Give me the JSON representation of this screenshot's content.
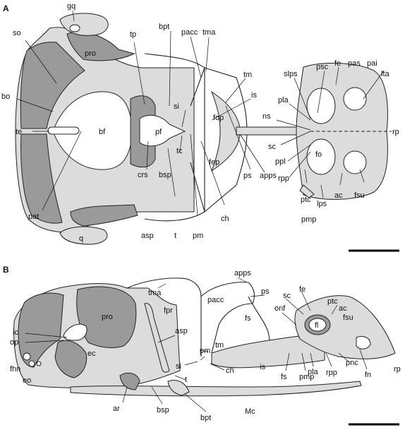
{
  "panels": {
    "a": {
      "letter": "A",
      "labels": {
        "gq": "gq",
        "so": "so",
        "pro": "pro",
        "tp": "tp",
        "bpt": "bpt",
        "pacc": "pacc",
        "tma": "tma",
        "tm": "tm",
        "is": "is",
        "si": "si",
        "fop": "fop",
        "fep": "fep",
        "bo": "bo",
        "te": "te",
        "bf": "bf",
        "pf": "pf",
        "tc": "tc",
        "crs": "crs",
        "bsp": "bsp",
        "pat": "pat",
        "q": "q",
        "asp": "asp",
        "t": "t",
        "pm": "pm",
        "ch": "ch",
        "ps": "ps",
        "apps": "apps",
        "psc": "psc",
        "slps": "slps",
        "fe": "fe",
        "pas": "pas",
        "pai": "pai",
        "lta": "lta",
        "pla": "pla",
        "ns": "ns",
        "sc": "sc",
        "rp": "rp",
        "ppl": "ppl",
        "fo": "fo",
        "rpp": "rpp",
        "ptc": "ptc",
        "lps": "lps",
        "ac": "ac",
        "fsu": "fsu",
        "pmp": "pmp"
      }
    },
    "b": {
      "letter": "B",
      "labels": {
        "apps": "apps",
        "ps": "ps",
        "tma": "tma",
        "pro": "pro",
        "fpr": "fpr",
        "pacc": "pacc",
        "fs": "fs",
        "sc": "sc",
        "fe": "fe",
        "ptc": "ptc",
        "ac": "ac",
        "fsu": "fsu",
        "onf": "onf",
        "fl": "fl",
        "ic": "ic",
        "op": "op",
        "asp": "asp",
        "tm": "tm",
        "pm": "pm",
        "ec": "ec",
        "si": "si",
        "ch": "ch",
        "is": "is",
        "fs2": "fs",
        "pmp": "pmp",
        "pla": "pla",
        "rpp": "rpp",
        "pnc": "pnc",
        "fn": "fn",
        "rp": "rp",
        "fhn": "fhn",
        "eo": "eo",
        "t": "t",
        "ar": "ar",
        "bsp": "bsp",
        "Mc": "Mc",
        "bpt": "bpt"
      }
    }
  },
  "colors": {
    "dark": "#9a9a9a",
    "light": "#dcdcdc",
    "line": "#222222"
  }
}
